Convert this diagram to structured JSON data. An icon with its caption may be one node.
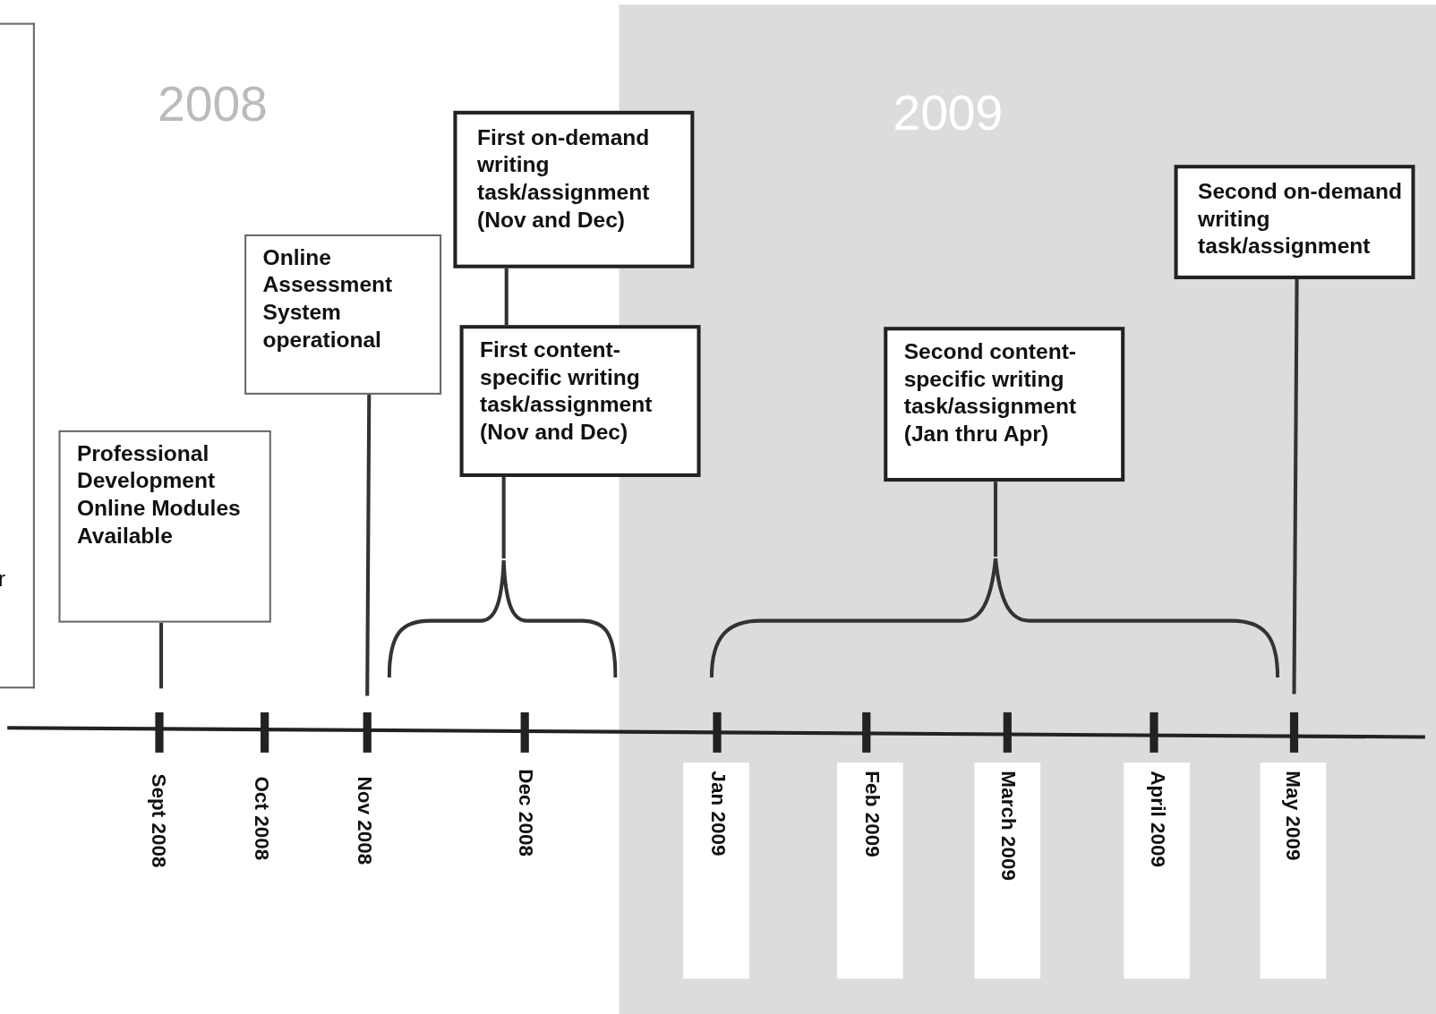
{
  "diagram": {
    "nodes": [
      {
        "text": [
          "r"
        ]
      },
      {
        "text": [
          "Professional Development Online Modules Available"
        ]
      },
      {
        "text": [
          "Online Assessment System operational"
        ]
      },
      {
        "text": [
          "First on-demand writing task/assignment (Nov and Dec)"
        ]
      },
      {
        "text": [
          "First content-specific writing task/assignment (Nov and Dec)"
        ]
      },
      {
        "text": [
          "Second content-specific writing task/assignment (Jan thru Apr)"
        ]
      },
      {
        "text": [
          "Second on-demand writing task/assignment"
        ]
      },
      {
        "text": [],
        "shape": "bracket"
      },
      {
        "text": [],
        "shape": "bracket"
      }
    ],
    "edges": [
      {
        "from": 1,
        "to": null,
        "arrow": "none"
      },
      {
        "from": 2,
        "to": null,
        "arrow": "none"
      },
      {
        "from": 3,
        "to": 4,
        "arrow": "none"
      },
      {
        "from": 4,
        "to": 7,
        "arrow": "none"
      },
      {
        "from": 5,
        "to": 8,
        "arrow": "none"
      },
      {
        "from": 6,
        "to": null,
        "arrow": "none"
      }
    ],
    "labels": [
      "2008",
      "2009",
      "Sept 2008",
      "Oct 2008",
      "Nov 2008",
      "Dec 2008",
      "Jan 2009",
      "Feb 2009",
      "March 2009",
      "April 2009",
      "May 2009"
    ]
  }
}
